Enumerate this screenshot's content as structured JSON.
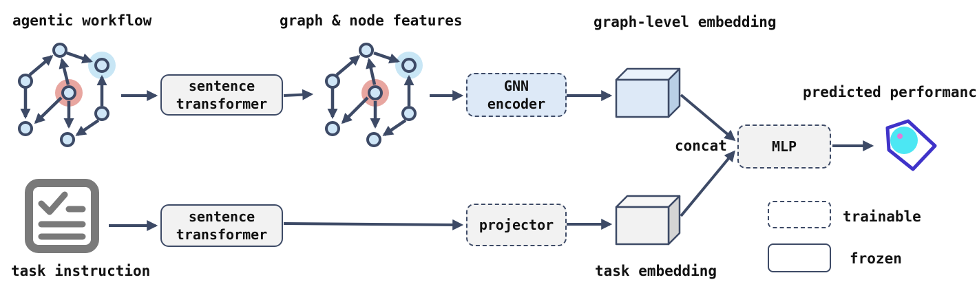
{
  "labels": {
    "agentic_workflow": "agentic workflow",
    "graph_node_features": "graph & node features",
    "graph_level_embedding": "graph-level embedding",
    "predicted_performance": "predicted performance",
    "concat": "concat",
    "task_instruction": "task instruction",
    "task_embedding": "task embedding"
  },
  "boxes": {
    "sentence_transformer_1": [
      "sentence",
      "transformer"
    ],
    "sentence_transformer_2": [
      "sentence",
      "transformer"
    ],
    "gnn_encoder": [
      "GNN",
      "encoder"
    ],
    "projector": "projector",
    "mlp": "MLP"
  },
  "legend": {
    "trainable": "trainable",
    "frozen": "frozen"
  },
  "colors": {
    "stroke": "#3d4a66",
    "node_fill": "#cfe6f7",
    "highlight_red": "#e8a6a0",
    "highlight_blue": "#c8e6f5",
    "gnn_fill": "#dde9f7",
    "frozen_fill": "#f2f2f2",
    "pentagon": "#3f33c9",
    "pentagon_fill": "#38e4f2",
    "icon_gray": "#7a7a7a"
  },
  "icons": {
    "task_instruction": "checklist-icon",
    "predicted_performance": "pentagon-gem-icon"
  }
}
